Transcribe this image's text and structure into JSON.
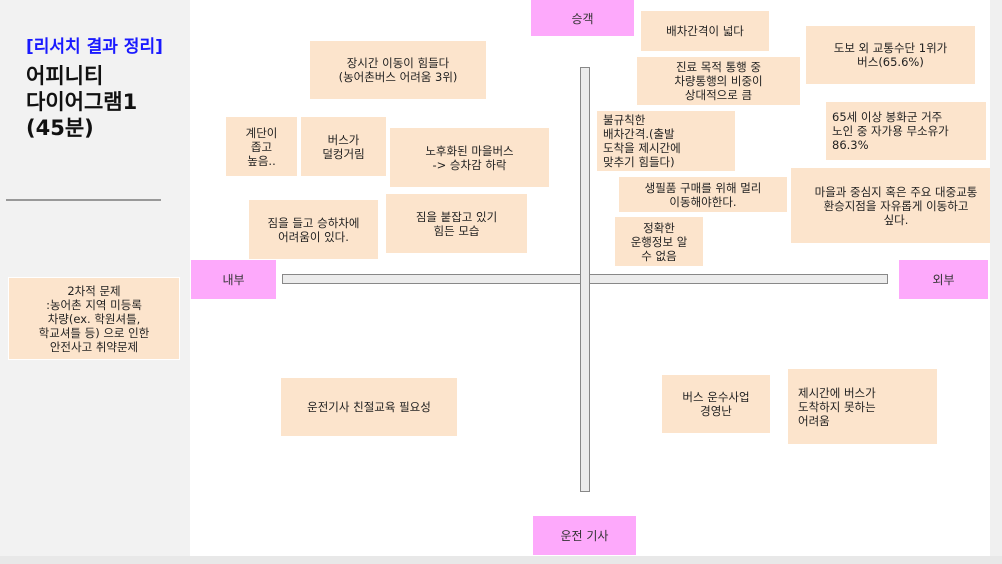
{
  "sidebar": {
    "subtitle": "[리서치 결과 정리]",
    "title": "어피니티\n다이어그램1\n(45분)",
    "note": "2차적 문제\n:농어촌 지역 미등록\n차량(ex. 학원셔틀,\n학교셔틀 등) 으로 인한\n안전사고 취약문제"
  },
  "axes": {
    "top": "승객",
    "bottom": "운전 기사",
    "left": "내부",
    "right": "외부"
  },
  "notes": [
    "배차간격이 넓다",
    "도보 외 교통수단 1위가\n버스(65.6%)",
    "장시간 이동이 힘들다\n(농어촌버스 어려움 3위)",
    "불규칙한\n배차간격.(출발\n도착을 제시간에\n맞추기 힘들다)",
    "진료 목적 통행 중\n차량통행의 비중이\n상대적으로 큼",
    "65세 이상 봉화군 거주\n노인 중 자가용 무소유가\n86.3%",
    "계단이\n좁고\n높음..",
    "버스가\n덜컹거림",
    "노후화된 마을버스\n-> 승차감 하락",
    "생필품 구매를 위해 멀리\n이동해야한다.",
    "마을과 중심지 혹은 주요 대중교통\n환승지점을 자유롭게 이동하고\n싶다.",
    "짐을 들고 승하차에\n어려움이 있다.",
    "짐을 붙잡고 있기\n힘든 모습",
    "정확한\n운행정보 알\n수 없음",
    "운전기사 친절교육 필요성",
    "버스 운수사업\n경영난",
    "제시간에 버스가\n도착하지 못하는\n어려움"
  ],
  "colors": {
    "note": "#fce4cc",
    "axis_label": "#fda9fb",
    "subtitle": "#1a1aff"
  }
}
